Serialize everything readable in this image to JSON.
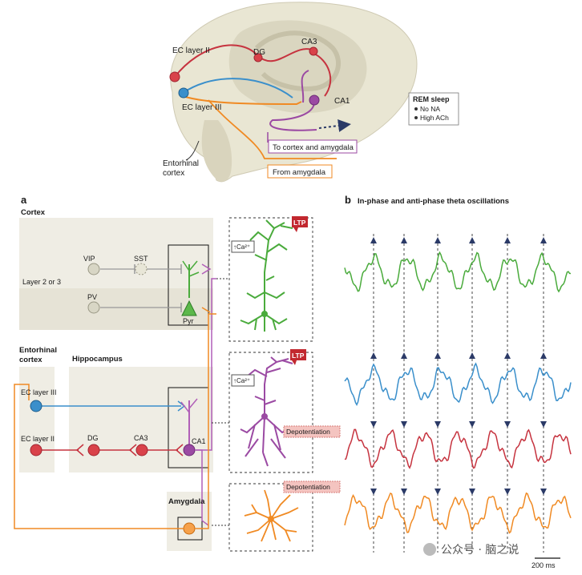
{
  "top": {
    "labels": {
      "ec2": "EC layer II",
      "ec3": "EC layer III",
      "dg": "DG",
      "ca3": "CA3",
      "ca1": "CA1",
      "entorhinal": [
        "Entorhinal",
        "cortex"
      ],
      "to_cortex": "To cortex and amygdala",
      "from_amygdala": "From amygdala"
    },
    "legend": {
      "title": "REM sleep",
      "items": [
        "No NA",
        "High ACh"
      ]
    }
  },
  "panel_a": {
    "letter": "a",
    "cortex": {
      "title": "Cortex",
      "layer": "Layer 2 or 3",
      "vip": "VIP",
      "sst": "SST",
      "pv": "PV",
      "pyr": "Pyr"
    },
    "hippo": {
      "ec_title": [
        "Entorhinal",
        "cortex"
      ],
      "title": "Hippocampus",
      "ec3": "EC layer III",
      "ec2": "EC layer II",
      "dg": "DG",
      "ca3": "CA3",
      "ca1": "CA1"
    },
    "amygdala": "Amygdala",
    "neurons": {
      "ltp1": "LTP",
      "ca1_badge": "↑Ca²⁺",
      "ltp2": "LTP",
      "ca2_badge": "↑Ca²⁺",
      "depot1": "Depotentiation",
      "depot2": "Depotentiation"
    }
  },
  "panel_b": {
    "letter": "b",
    "title": "In-phase and anti-phase theta oscillations",
    "scale": "200 ms"
  },
  "colors": {
    "cortex_green": "#4aab3c",
    "ec3_blue": "#3a8fcb",
    "red": "#c6333f",
    "ca1_purple": "#9b4aa3",
    "amygdala_orange": "#f08a23",
    "ltp_red": "#c2282f",
    "depot_pink": "#f4c4c0",
    "arrow_navy": "#2b3a67"
  },
  "watermark": "公众号 · 脑之说"
}
